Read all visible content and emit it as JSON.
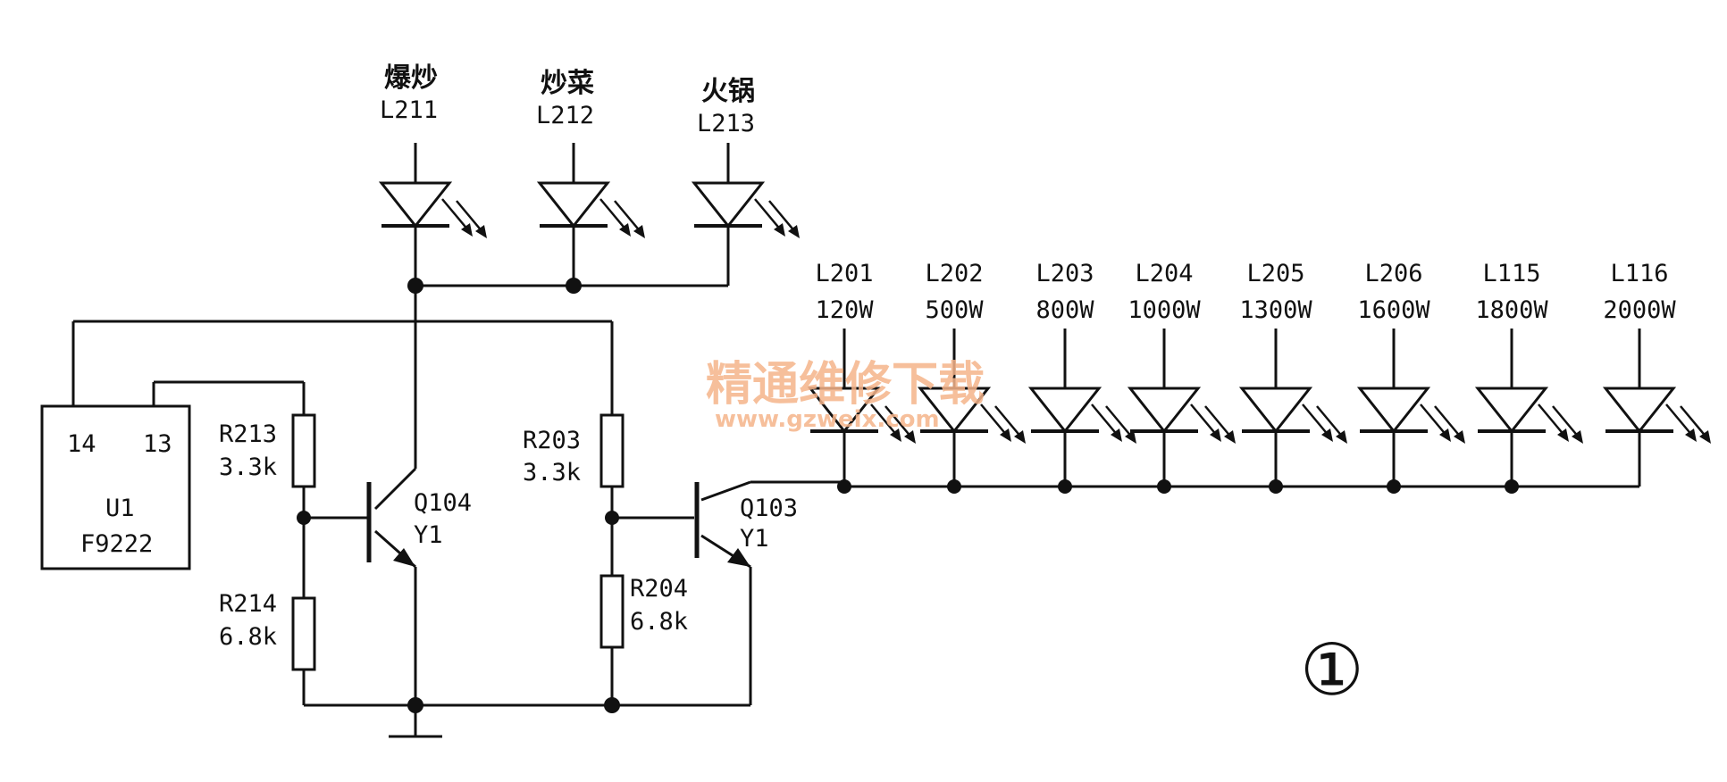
{
  "top_leds": [
    {
      "name": "爆炒",
      "ref": "L211"
    },
    {
      "name": "炒菜",
      "ref": "L212"
    },
    {
      "name": "火锅",
      "ref": "L213"
    }
  ],
  "power_leds": [
    {
      "ref": "L201",
      "power": "120W"
    },
    {
      "ref": "L202",
      "power": "500W"
    },
    {
      "ref": "L203",
      "power": "800W"
    },
    {
      "ref": "L204",
      "power": "1000W"
    },
    {
      "ref": "L205",
      "power": "1300W"
    },
    {
      "ref": "L206",
      "power": "1600W"
    },
    {
      "ref": "L115",
      "power": "1800W"
    },
    {
      "ref": "L116",
      "power": "2000W"
    }
  ],
  "ic": {
    "pin_left": "14",
    "pin_right": "13",
    "name": "U1",
    "part": "F9222"
  },
  "resistors": {
    "r213": {
      "ref": "R213",
      "value": "3.3k"
    },
    "r214": {
      "ref": "R214",
      "value": "6.8k"
    },
    "r203": {
      "ref": "R203",
      "value": "3.3k"
    },
    "r204": {
      "ref": "R204",
      "value": "6.8k"
    }
  },
  "transistors": {
    "q104": {
      "ref": "Q104",
      "type": "Y1"
    },
    "q103": {
      "ref": "Q103",
      "type": "Y1"
    }
  },
  "watermark": {
    "cn": "精通维修下载",
    "url": "www.gzweix.com",
    "color": "#f5b48a"
  },
  "figure_label": "①",
  "colors": {
    "ink": "#111111"
  }
}
